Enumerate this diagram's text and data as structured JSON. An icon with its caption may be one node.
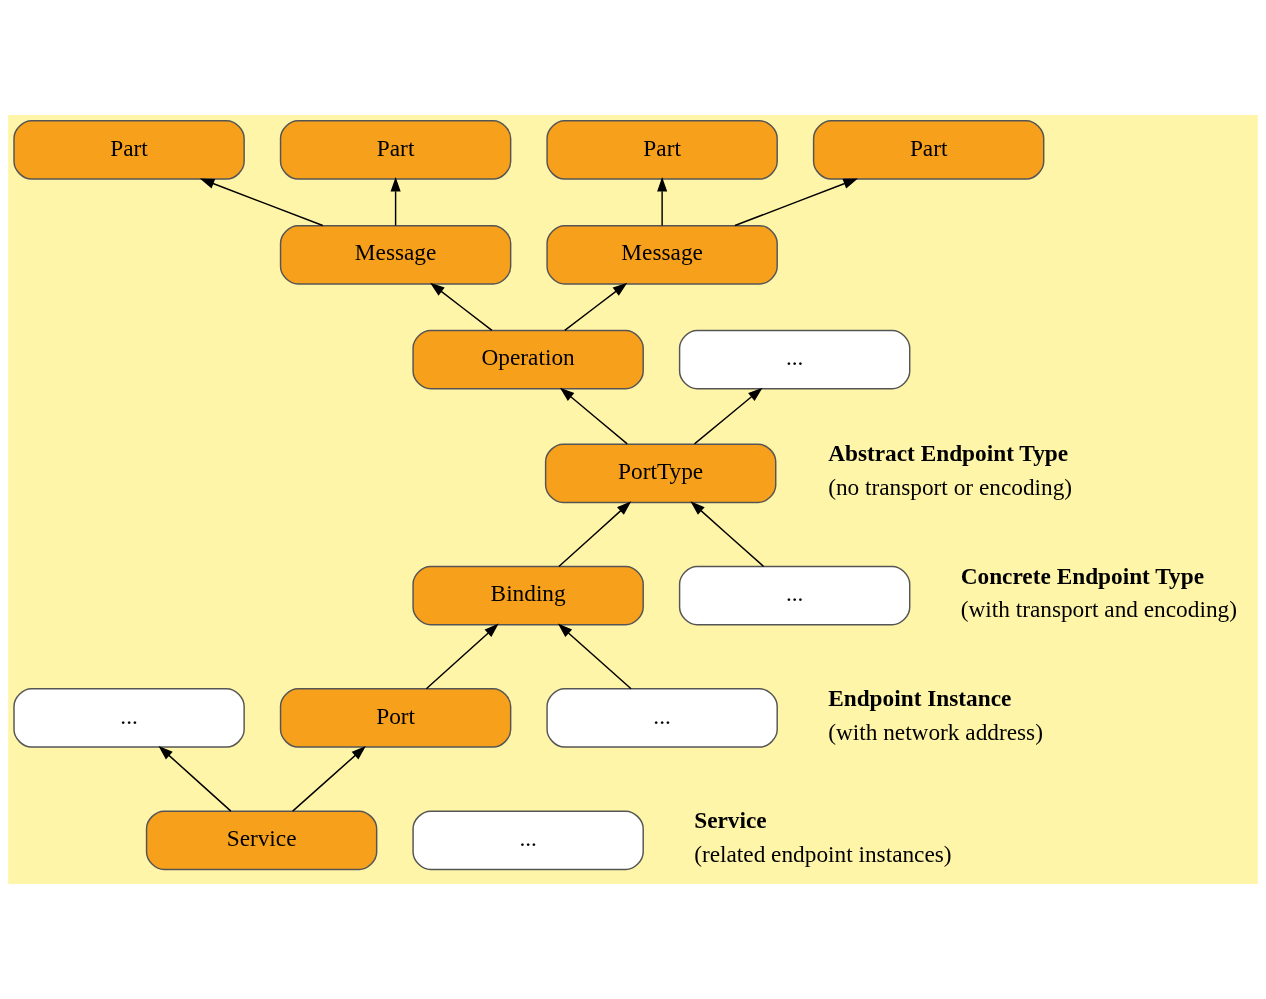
{
  "diagram": {
    "nodes": [
      {
        "text": [
          "Part"
        ]
      },
      {
        "text": [
          "Part"
        ]
      },
      {
        "text": [
          "Part"
        ]
      },
      {
        "text": [
          "Part"
        ]
      },
      {
        "text": [
          "Message"
        ]
      },
      {
        "text": [
          "Message"
        ]
      },
      {
        "text": [
          "Operation"
        ]
      },
      {
        "text": [
          "..."
        ]
      },
      {
        "text": [
          "PortType"
        ]
      },
      {
        "text": [
          "Binding"
        ]
      },
      {
        "text": [
          "..."
        ]
      },
      {
        "text": [
          "..."
        ]
      },
      {
        "text": [
          "Port"
        ]
      },
      {
        "text": [
          "..."
        ]
      },
      {
        "text": [
          "Service"
        ]
      },
      {
        "text": [
          "..."
        ]
      }
    ],
    "edges": [
      {
        "from": 4,
        "to": 0,
        "arrow": "to"
      },
      {
        "from": 4,
        "to": 1,
        "arrow": "to"
      },
      {
        "from": 5,
        "to": 2,
        "arrow": "to"
      },
      {
        "from": 5,
        "to": 3,
        "arrow": "to"
      },
      {
        "from": 6,
        "to": 4,
        "arrow": "to"
      },
      {
        "from": 6,
        "to": 5,
        "arrow": "to"
      },
      {
        "from": 8,
        "to": 6,
        "arrow": "to"
      },
      {
        "from": 8,
        "to": 7,
        "arrow": "to"
      },
      {
        "from": 9,
        "to": 8,
        "arrow": "to"
      },
      {
        "from": 10,
        "to": 8,
        "arrow": "to"
      },
      {
        "from": 12,
        "to": 9,
        "arrow": "to"
      },
      {
        "from": 13,
        "to": 9,
        "arrow": "to"
      },
      {
        "from": 14,
        "to": 11,
        "arrow": "to"
      },
      {
        "from": 14,
        "to": 12,
        "arrow": "to"
      }
    ],
    "labels": [
      "Abstract Endpoint Type",
      "(no transport or encoding)",
      "Concrete Endpoint Type",
      "(with transport and encoding)",
      "Endpoint Instance",
      "(with network address)",
      "Service",
      "(related endpoint instances)"
    ]
  }
}
